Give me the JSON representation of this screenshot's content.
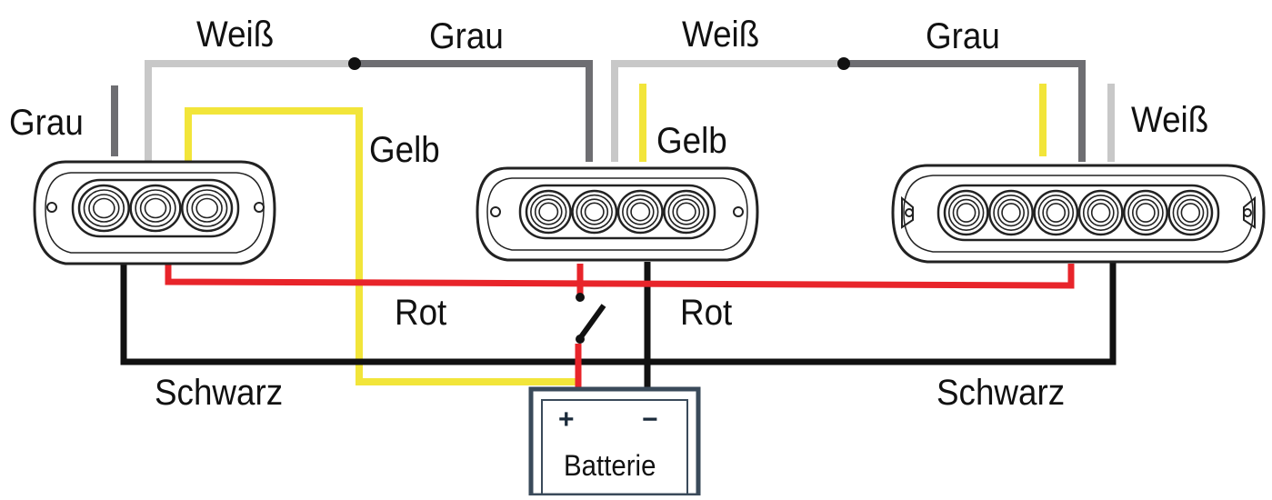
{
  "colors": {
    "white_wire": "#c8c8c8",
    "gray_wire": "#6e6e72",
    "yellow_wire": "#f2e53a",
    "red_wire": "#e8242a",
    "black_wire": "#111111",
    "housing_outline": "#222222",
    "battery_border": "#3a4a5a"
  },
  "lights": [
    {
      "name": "light-3-led",
      "led_count": 3
    },
    {
      "name": "light-4-led",
      "led_count": 4
    },
    {
      "name": "light-6-led",
      "led_count": 6
    }
  ],
  "labels": {
    "weiss_left": "Weiß",
    "grau_top_left": "Grau",
    "weiss_middle": "Weiß",
    "grau_top_right": "Grau",
    "grau_left": "Grau",
    "gelb_left": "Gelb",
    "gelb_middle": "Gelb",
    "weiss_right": "Weiß",
    "rot_left": "Rot",
    "rot_right": "Rot",
    "schwarz_left": "Schwarz",
    "schwarz_right": "Schwarz"
  },
  "battery": {
    "plus": "+",
    "minus": "−",
    "label": "Batterie"
  },
  "components": {
    "switch": "switch-icon",
    "battery": "battery-icon",
    "junction": "junction-dot"
  }
}
